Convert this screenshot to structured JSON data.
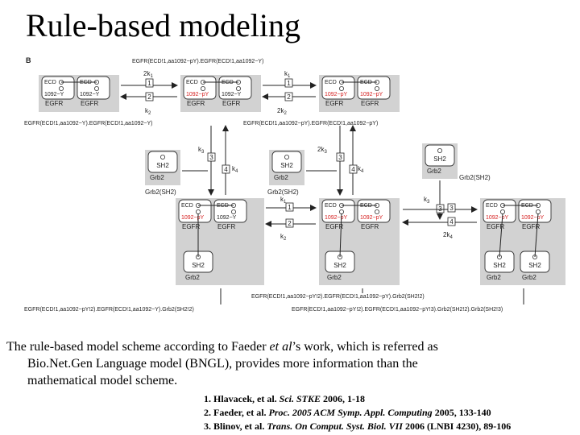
{
  "title": "Rule-based modeling",
  "figure": {
    "panel_label": "B",
    "labels": {
      "ecd": "ECD",
      "y": "1092~Y",
      "py": "1092~pY",
      "egfr": "EGFR",
      "sh2": "SH2",
      "grb2": "Grb2",
      "grb2_sh2": "Grb2(SH2)"
    },
    "species": {
      "s_top": "EGFR(ECD!1,aa1092~pY).EGFR(ECD!1,aa1092~Y)",
      "s_left": "EGFR(ECD!1,aa1092~Y).EGFR(ECD!1,aa1092~Y)",
      "s_right": "EGFR(ECD!1,aa1092~pY).EGFR(ECD!1,aa1092~pY)",
      "s_bottom_left": "EGFR(ECD!1,aa1092~pY!2).EGFR(ECD!1,aa1092~Y).Grb2(SH2!2)",
      "s_bottom_mid": "EGFR(ECD!1,aa1092~pY!2).EGFR(ECD!1,aa1092~pY).Grb2(SH2!2)",
      "s_bottom_right": "EGFR(ECD!1,aa1092~pY!2).EGFR(ECD!1,aa1092~pY!3).Grb2(SH2!2).Grb2(SH2!3)"
    },
    "rates": {
      "two_k1": "2k",
      "k2": "k",
      "k1": "k",
      "two_k2": "2k",
      "k3": "k",
      "k4": "k",
      "two_k3": "2k",
      "two_k4": "2k",
      "sub1": "1",
      "sub2": "2",
      "sub3": "3",
      "sub4": "4"
    },
    "reaction_numbers": [
      "1",
      "2",
      "3",
      "4"
    ]
  },
  "caption": {
    "line_pre": "The rule-based model scheme according to Faeder ",
    "line_em": "et al",
    "line_post": "’s work, which is referred as Bio.Net.Gen Language model (BNGL),  provides more information than the mathematical model scheme."
  },
  "references": [
    {
      "pre": "1. Hlavacek, et al. ",
      "em": "Sci. STKE",
      "post": " 2006, 1-18"
    },
    {
      "pre": "2. Faeder, et al. ",
      "em": "Proc. 2005 ACM Symp. Appl. Computing",
      "post": " 2005, 133-140"
    },
    {
      "pre": "3. Blinov, et al. ",
      "em": "Trans. On Comput. Syst. Biol. VII",
      "post": " 2006 (LNBI 4230), 89-106"
    }
  ]
}
